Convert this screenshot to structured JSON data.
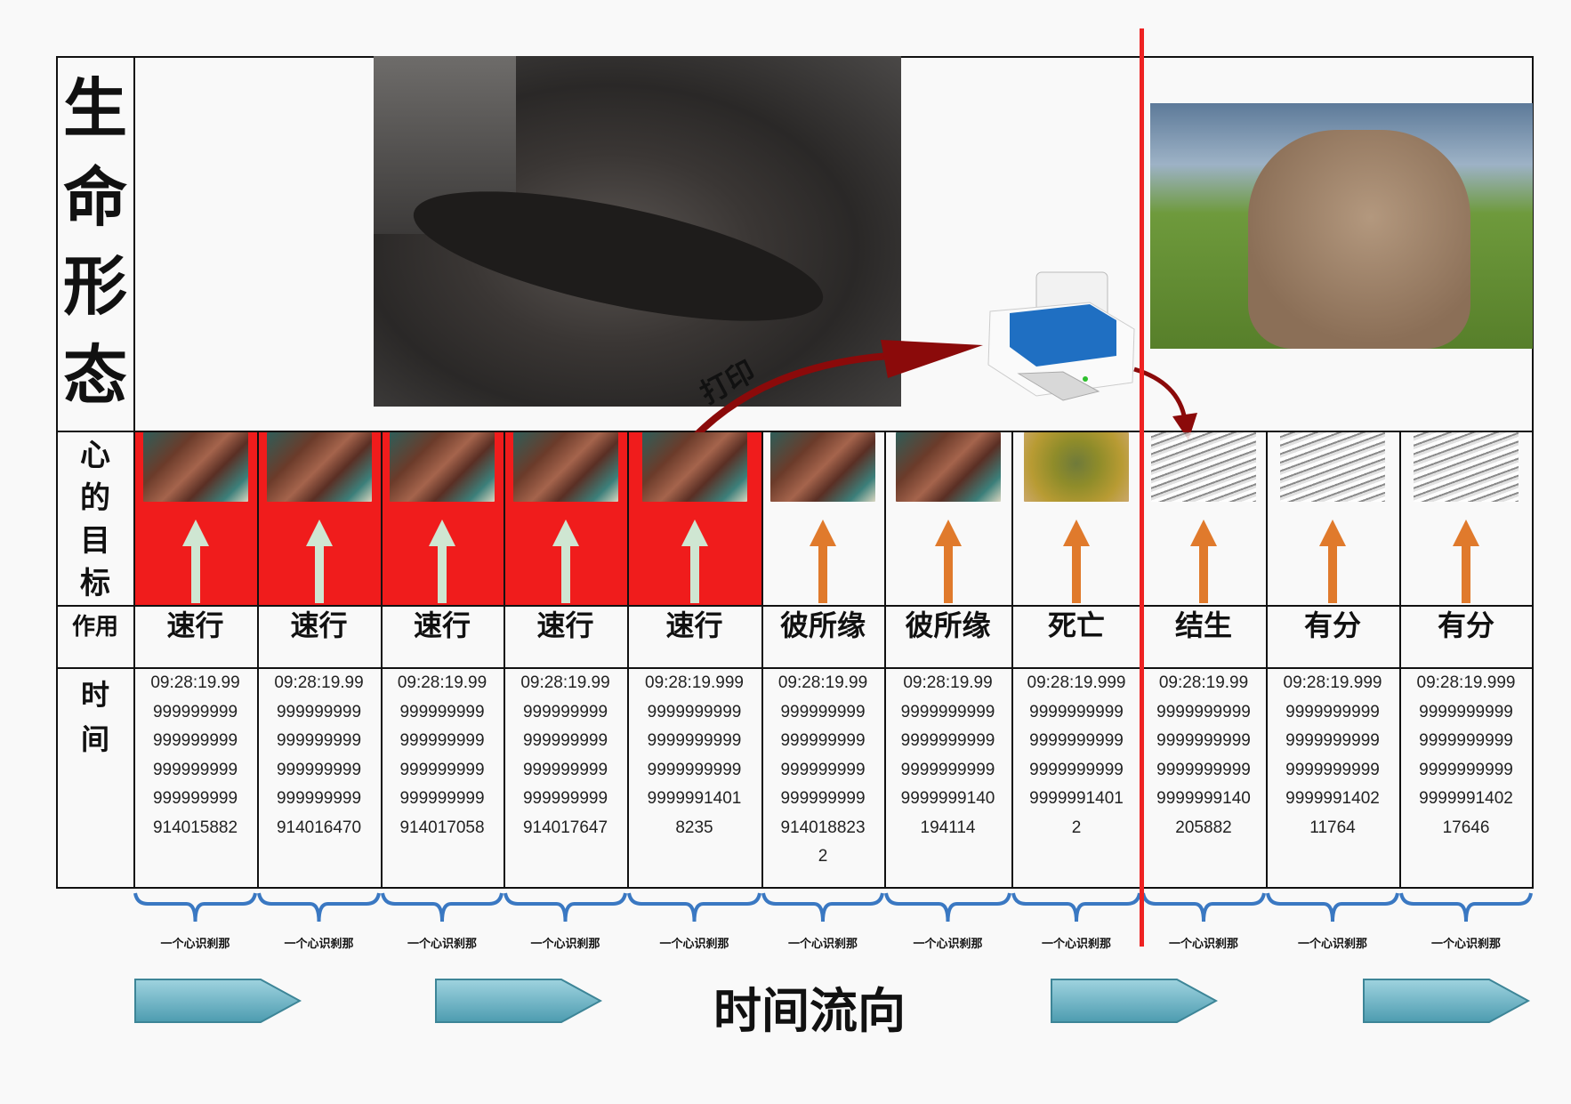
{
  "row_labels": {
    "life_form": [
      "生",
      "命",
      "形",
      "态"
    ],
    "mind_target": [
      "心",
      "的",
      "目",
      "标"
    ],
    "action": "作用",
    "time": [
      "时",
      "间"
    ]
  },
  "print_label": "打印",
  "flow_title": "时间流向",
  "moment_label": "一个心识刹那",
  "colors": {
    "active_cell": "#f01c1c",
    "pale_arrow": "#cfe6d2",
    "orange_arrow": "#e07a2c",
    "divider": "#ee2222",
    "brace": "#3a78c2",
    "print_arrow": "#8b0a0a"
  },
  "columns": [
    {
      "thumb": "person",
      "active": true,
      "action": "速行",
      "time": [
        "09:28:19.99",
        "999999999",
        "999999999",
        "999999999",
        "999999999",
        "914015882"
      ]
    },
    {
      "thumb": "person",
      "active": true,
      "action": "速行",
      "time": [
        "09:28:19.99",
        "999999999",
        "999999999",
        "999999999",
        "999999999",
        "914016470"
      ]
    },
    {
      "thumb": "person",
      "active": true,
      "action": "速行",
      "time": [
        "09:28:19.99",
        "999999999",
        "999999999",
        "999999999",
        "999999999",
        "914017058"
      ]
    },
    {
      "thumb": "person",
      "active": true,
      "action": "速行",
      "time": [
        "09:28:19.99",
        "999999999",
        "999999999",
        "999999999",
        "999999999",
        "914017647"
      ]
    },
    {
      "thumb": "person",
      "active": true,
      "action": "速行",
      "time": [
        "09:28:19.999",
        "9999999999",
        "9999999999",
        "9999999999",
        "9999991401",
        "8235"
      ]
    },
    {
      "thumb": "person",
      "active": false,
      "action": "彼所缘",
      "time": [
        "09:28:19.99",
        "999999999",
        "999999999",
        "999999999",
        "999999999",
        "914018823",
        "2"
      ]
    },
    {
      "thumb": "person",
      "active": false,
      "action": "彼所缘",
      "time": [
        "09:28:19.99",
        "9999999999",
        "9999999999",
        "9999999999",
        "9999999140",
        "194114"
      ]
    },
    {
      "thumb": "bird",
      "active": false,
      "action": "死亡",
      "time": [
        "09:28:19.999",
        "9999999999",
        "9999999999",
        "9999999999",
        "9999991401",
        "2"
      ]
    },
    {
      "thumb": "sketch",
      "active": false,
      "action": "结生",
      "time": [
        "09:28:19.99",
        "9999999999",
        "9999999999",
        "9999999999",
        "9999999140",
        "205882"
      ]
    },
    {
      "thumb": "sketch",
      "active": false,
      "action": "有分",
      "time": [
        "09:28:19.999",
        "9999999999",
        "9999999999",
        "9999999999",
        "9999991402",
        "11764"
      ]
    },
    {
      "thumb": "sketch",
      "active": false,
      "action": "有分",
      "time": [
        "09:28:19.999",
        "9999999999",
        "9999999999",
        "9999999999",
        "9999991402",
        "17646"
      ]
    }
  ]
}
